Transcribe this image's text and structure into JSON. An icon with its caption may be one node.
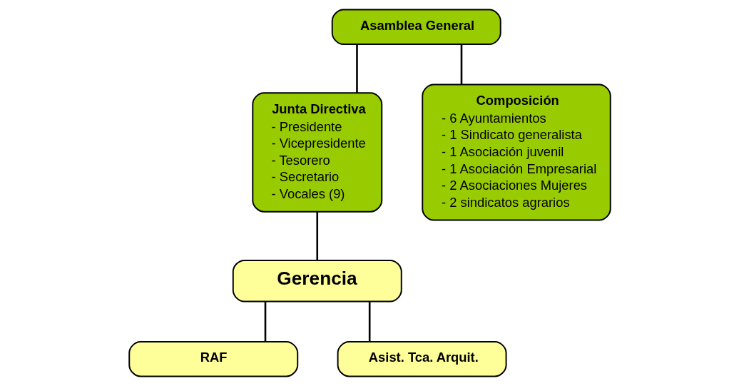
{
  "diagram": {
    "nodes": [
      {
        "text": [
          "Asamblea General"
        ]
      },
      {
        "text": [
          "Junta Directiva",
          "- Presidente",
          "- Vicepresidente",
          "- Tesorero",
          "- Secretario",
          "- Vocales (9)"
        ]
      },
      {
        "text": [
          "Composición",
          "- 6 Ayuntamientos",
          "- 1 Sindicato generalista",
          "- 1 Asociación juvenil",
          "- 1 Asociación Empresarial",
          "- 2 Asociaciones Mujeres",
          "- 2 sindicatos agrarios"
        ]
      },
      {
        "text": [
          "Gerencia"
        ]
      },
      {
        "text": [
          "RAF"
        ]
      },
      {
        "text": [
          "Asist. Tca. Arquit."
        ]
      }
    ],
    "edges": [
      {
        "from": 0,
        "to": 1,
        "arrow": "none"
      },
      {
        "from": 0,
        "to": 2,
        "arrow": "none"
      },
      {
        "from": 1,
        "to": 3,
        "arrow": "none"
      },
      {
        "from": 3,
        "to": 4,
        "arrow": "none"
      },
      {
        "from": 3,
        "to": 5,
        "arrow": "none"
      }
    ]
  }
}
